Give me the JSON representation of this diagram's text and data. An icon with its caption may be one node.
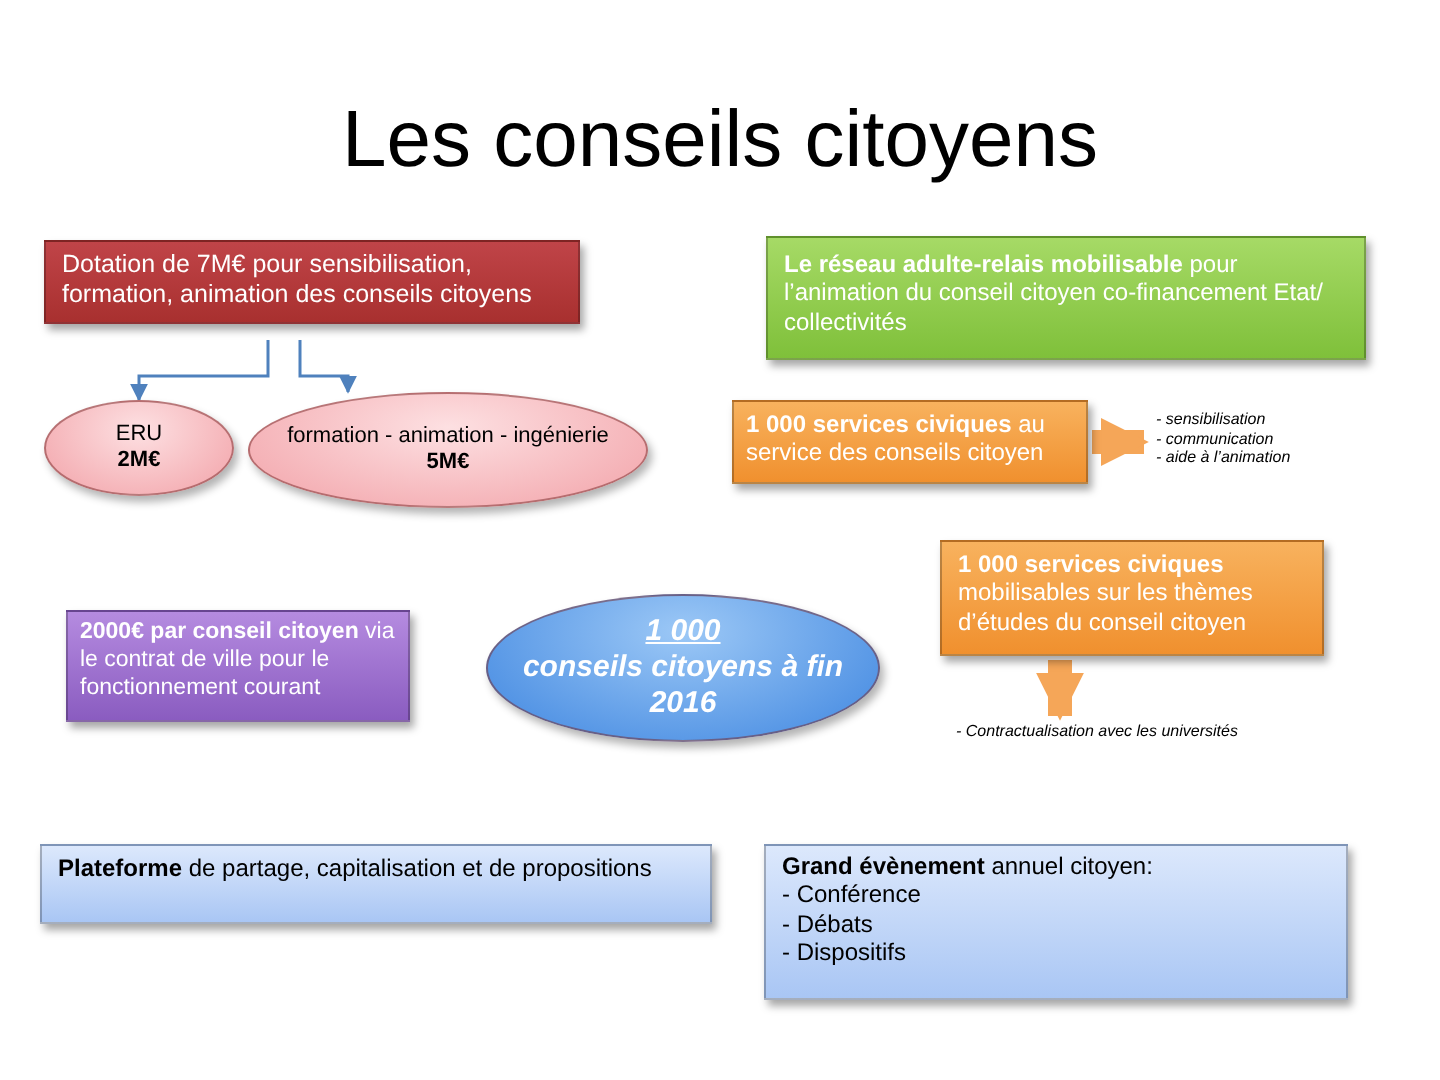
{
  "diagram": {
    "title": "Les conseils citoyens",
    "nodes": [
      {
        "text": [
          "Dotation de 7M€ pour sensibilisation, formation, animation des conseils citoyens"
        ]
      },
      {
        "text": [
          "ERU",
          "2M€"
        ]
      },
      {
        "text": [
          "formation - animation - ingénierie",
          "5M€"
        ]
      },
      {
        "text": [
          "**Le réseau adulte-relais mobilisable** pour l’animation du conseil citoyen co-financement Etat/ collectivités"
        ]
      },
      {
        "text": [
          "**1 000 services civiques** au service des conseils citoyen"
        ]
      },
      {
        "text": [
          "- sensibilisation",
          "- communication",
          "- aide à l’animation"
        ]
      },
      {
        "text": [
          "**2000€ par conseil citoyen** via le contrat de ville pour le fonctionnement courant"
        ]
      },
      {
        "text": [
          "1 000",
          "conseils citoyens à fin 2016"
        ]
      },
      {
        "text": [
          "**1 000 services civiques** mobilisables sur les thèmes d’études du conseil citoyen"
        ]
      },
      {
        "text": [
          "- Contractualisation avec les universités"
        ]
      },
      {
        "text": [
          "**Plateforme** de partage, capitalisation et de propositions"
        ]
      },
      {
        "text": [
          "**Grand évènement** annuel citoyen:",
          "- Conférence",
          "- Débats",
          "- Dispositifs"
        ]
      }
    ],
    "edges": [
      {
        "from": 0,
        "to": 1,
        "arrow": "to"
      },
      {
        "from": 0,
        "to": 2,
        "arrow": "to"
      },
      {
        "from": 4,
        "to": 5,
        "arrow": "to",
        "style": "thick",
        "color": "#f5a658"
      },
      {
        "from": 8,
        "to": 9,
        "arrow": "to",
        "style": "thick",
        "color": "#f5a658"
      }
    ]
  }
}
